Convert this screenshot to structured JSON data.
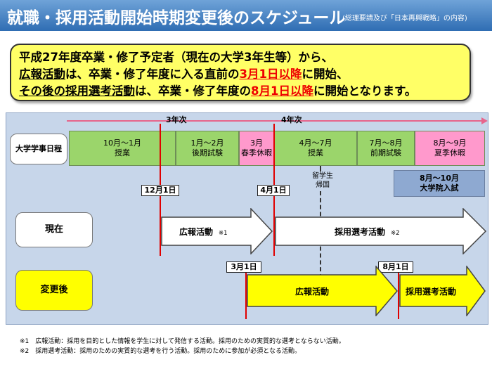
{
  "title": {
    "main": "就職・採用活動開始時期変更後のスケジュール",
    "sub": "(総理要請及び「日本再興戦略」の内容)"
  },
  "notice": {
    "line1": "平成27年度卒業・修了予定者（現在の大学3年生等）から、",
    "line2_a": "広報活動",
    "line2_b": "は、卒業・修了年度に入る直前の",
    "line2_c": "3月1日以降",
    "line2_d": "に開始、",
    "line3_a": "その後の採用選考活動",
    "line3_b": "は、卒業・修了年度の",
    "line3_c": "8月1日以降",
    "line3_d": "に開始となります。"
  },
  "years": {
    "y3": "3年次",
    "y4": "4年次"
  },
  "calendar": {
    "label": "大学学事日程",
    "periods": [
      {
        "months": "10月～1月",
        "name": "授業",
        "color": "#9bd56b"
      },
      {
        "months": "1月～2月",
        "name": "後期試験",
        "color": "#9bd56b"
      },
      {
        "months": "3月",
        "name": "春季休暇",
        "color": "#ff99cc"
      },
      {
        "months": "4月～7月",
        "name": "授業",
        "color": "#9bd56b"
      },
      {
        "months": "7月～8月",
        "name": "前期試験",
        "color": "#9bd56b"
      },
      {
        "months": "8月～9月",
        "name": "夏季休暇",
        "color": "#ff99cc"
      }
    ]
  },
  "grad_exam": {
    "line1": "8月～10月",
    "line2": "大学院入試"
  },
  "study_abroad": {
    "line1": "留学生",
    "line2": "帰国"
  },
  "dates": {
    "dec1": "12月1日",
    "apr1": "4月1日",
    "mar1": "3月1日",
    "aug1": "8月1日"
  },
  "rows": {
    "current": {
      "label": "現在",
      "pr": "広報活動",
      "pr_note": "※1",
      "selection": "採用選考活動",
      "selection_note": "※2"
    },
    "after": {
      "label": "変更後",
      "pr": "広報活動",
      "selection": "採用選考活動"
    }
  },
  "footnotes": {
    "n1": "※1　広報活動：採用を目的とした情報を学生に対して発信する活動。採用のための実質的な選考とならない活動。",
    "n2": "※2　採用選考活動：採用のための実質的な選考を行う活動。採用のために参加が必須となる活動。"
  },
  "colors": {
    "title_bar": "#2f6db3",
    "notice_bg": "#ffff66",
    "highlight_red": "#ee0000",
    "panel_bg": "#c7d6ea",
    "year_arrow": "#e7658c",
    "after_arrow": "#ffff00",
    "cutoff_line": "#e00000"
  }
}
